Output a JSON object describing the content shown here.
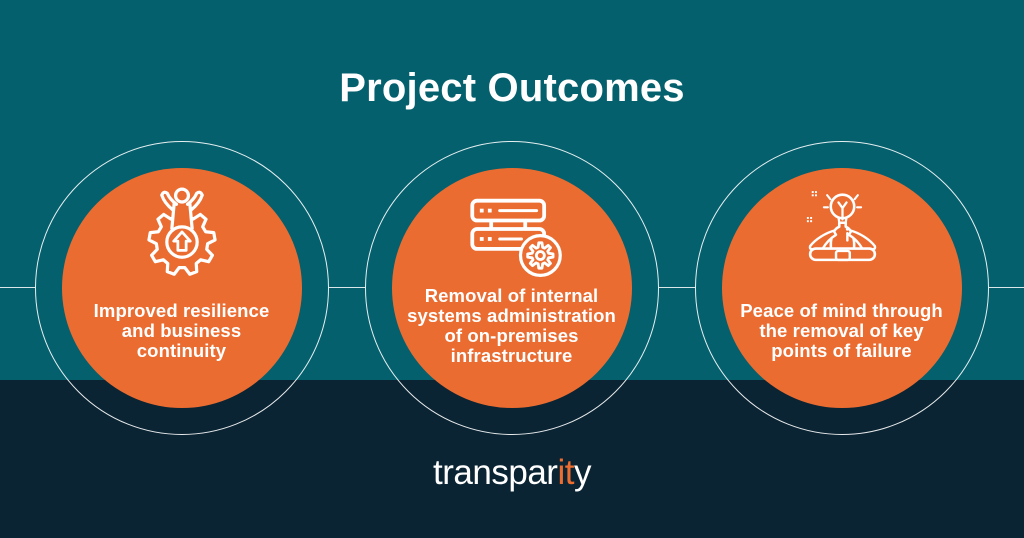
{
  "title": "Project Outcomes",
  "outcomes": [
    {
      "icon": "gear-person-growth-icon",
      "lines": [
        "Improved resilience",
        "and business",
        "continuity"
      ]
    },
    {
      "icon": "server-settings-icon",
      "lines": [
        "Removal of internal",
        "systems administration",
        "of on-premises",
        "infrastructure"
      ]
    },
    {
      "icon": "meditation-idea-icon",
      "lines": [
        "Peace of mind through",
        "the removal of key",
        "points of failure"
      ]
    }
  ],
  "logo": {
    "prefix": "transpar",
    "accent": "it",
    "suffix": "y"
  },
  "colors": {
    "teal_background": "#04606d",
    "navy_footer": "#0a2433",
    "circle_orange": "#eb6c31",
    "text_white": "#ffffff",
    "logo_accent_orange": "#ed6c2f"
  }
}
